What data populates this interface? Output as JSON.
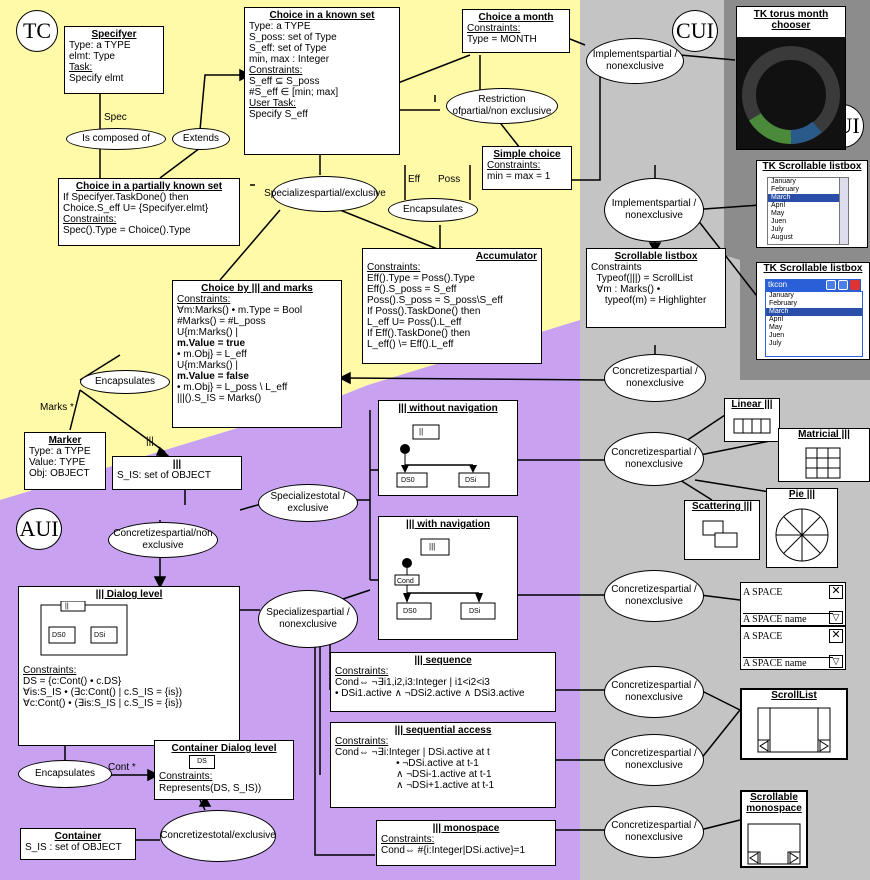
{
  "regions": {
    "tc": "TC",
    "cui": "CUI",
    "fui": "FUI",
    "aui": "AUI"
  },
  "colors": {
    "tc_region": "#fffaa8",
    "aui_region": "#c8a2f0",
    "cui_region": "#c4c4c4",
    "fui_region": "#8c8c8c"
  },
  "specifyer": {
    "title": "Specifyer",
    "lines": [
      "Type: a TYPE",
      "elmt: Type"
    ],
    "task_label": "Task:",
    "task": "Specify elmt"
  },
  "choice_known": {
    "title": "Choice in a known set",
    "lines": [
      "Type: a TYPE",
      "S_poss: set of Type",
      "S_eff: set of Type",
      "min, max : Integer"
    ],
    "constraints_label": "Constraints:",
    "constraints": [
      "S_eff ⊆ S_poss",
      "#S_eff ∈ [min; max]"
    ],
    "task_label": "User Task:",
    "task": "Specify S_eff"
  },
  "choice_month": {
    "title": "Choice a month",
    "constraints_label": "Constraints:",
    "constraints": [
      "Type = MONTH"
    ]
  },
  "simple_choice": {
    "title": "Simple choice",
    "constraints_label": "Constraints:",
    "constraints": [
      "min = max = 1"
    ]
  },
  "choice_partial": {
    "title": "Choice in a partially known set",
    "lines": [
      "If Specifyer.TaskDone() then",
      "   Choice.S_eff U= {Specifyer.elmt}"
    ],
    "constraints_label": "Constraints:",
    "constraints": [
      "Spec().Type = Choice().Type"
    ]
  },
  "accumulator": {
    "title": "Accumulator",
    "constraints_label": "Constraints:",
    "constraints": [
      "Eff().Type = Poss().Type",
      "Eff().S_poss = S_eff",
      "Poss().S_poss = S_poss\\S_eff",
      "If Poss().TaskDone() then",
      "   L_eff U= Poss().L_eff",
      "If Eff().TaskDone() then",
      "   L_eff() \\= Eff().L_eff"
    ]
  },
  "choice_marks": {
    "title": "Choice by ||| and marks",
    "constraints_label": "Constraints:",
    "constraints": [
      "∀m:Marks() • m.Type = Bool",
      "#Marks() = #L_poss",
      "U{m:Marks() |",
      "     m.Value = true",
      "   • m.Obj} = L_eff",
      "U{m:Marks() |",
      "     m.Value = false",
      "   • m.Obj} = L_poss \\ L_eff",
      "|||().S_IS = Marks()"
    ]
  },
  "marker": {
    "title": "Marker",
    "lines": [
      "Type: a TYPE",
      "Value: TYPE",
      "Obj: OBJECT"
    ]
  },
  "iii_box": {
    "title": "|||",
    "lines": [
      "S_IS: set of OBJECT"
    ]
  },
  "without_nav": {
    "title": "||| without navigation",
    "inner": "||",
    "ds0": "DS0",
    "dsi": "DSi"
  },
  "with_nav": {
    "title": "||| with navigation",
    "inner": "|||",
    "cond": "Cond",
    "ds0": "DS0",
    "dsi": "DSi"
  },
  "dialog_level": {
    "title": "||| Dialog level",
    "inner": "||",
    "ds0": "DS0",
    "dsi": "DSi",
    "constraints_label": "Constraints:",
    "constraints": [
      "DS = {c:Cont() • c.DS}",
      "∀is:S_IS • (∃c:Cont() | c.S_IS = {is})",
      "∀c:Cont() • (∃is:S_IS | c.S_IS = {is})"
    ]
  },
  "container_dialog": {
    "title": "Container Dialog level",
    "ds": "DS",
    "constraints_label": "Constraints:",
    "constraints": [
      "Represents(DS, S_IS))"
    ]
  },
  "container": {
    "title": "Container",
    "lines": [
      "S_IS : set of OBJECT"
    ]
  },
  "sequence": {
    "title": "||| sequence",
    "constraints_label": "Constraints:",
    "constraints": [
      "Cond⇔ ¬∃i1,i2,i3:Integer | i1<i2<i3",
      "   • DSi1.active ∧ ¬DSi2.active ∧ DSi3.active"
    ]
  },
  "sequential": {
    "title": "||| sequential access",
    "constraints_label": "Constraints:",
    "constraints": [
      "Cond⇔ ¬∃i:Integer | DSi.active at t",
      "                      • ¬DSi.active at t-1",
      "                      ∧ ¬DSi-1.active at t-1",
      "                      ∧ ¬DSi+1.active at t-1"
    ]
  },
  "monospace": {
    "title": "||| monospace",
    "constraints_label": "Constraints:",
    "constraints": [
      "Cond⇔ #{i:Integer|DSi.active}=1"
    ]
  },
  "scrollable_listbox": {
    "title": "Scrollable listbox",
    "lines": [
      "Constraints",
      "  Typeof(|||) = ScrollList",
      "  ∀m : Marks() •",
      "     typeof(m) = Highlighter"
    ]
  },
  "ellipses": {
    "is_composed": "Is composed of",
    "extends": "Extends",
    "implements_top": [
      "Implements",
      "partial / non",
      "exclusive"
    ],
    "restriction": [
      "Restriction of",
      "partial/non exclusive"
    ],
    "specializes_pe": [
      "Specializes",
      "partial/exclusive"
    ],
    "encapsulates_mid": "Encapsulates",
    "implements_mid": [
      "Implements",
      "partial / non",
      "exclusive"
    ],
    "encapsulates_left": "Encapsulates",
    "concretizes_cui": [
      "Concretizes",
      "partial / non",
      "exclusive"
    ],
    "specializes_te": [
      "Specializes",
      "total / exclusive"
    ],
    "concretizes_aui": [
      "Concretizes",
      "partial/non exclusive"
    ],
    "specializes_pne": [
      "Specializes",
      "partial / non",
      "exclusive"
    ],
    "concretizes_r1": [
      "Concretizes",
      "partial / non",
      "exclusive"
    ],
    "concretizes_r2": [
      "Concretizes",
      "partial / non",
      "exclusive"
    ],
    "concretizes_r3": [
      "Concretizes",
      "partial / non",
      "exclusive"
    ],
    "concretizes_r4": [
      "Concretizes",
      "partial / non",
      "exclusive"
    ],
    "concretizes_r5": [
      "Concretizes",
      "partial / non",
      "exclusive"
    ],
    "encapsulates_bottom": "Encapsulates",
    "concretizes_bottom": [
      "Concretizes",
      "total/exclusive"
    ]
  },
  "edge_labels": {
    "spec": "Spec",
    "eff": "Eff",
    "poss": "Poss",
    "marks": "Marks *",
    "iii": "|||",
    "cont": "Cont *"
  },
  "concrete": {
    "linear": "Linear |||",
    "matricial": "Matricial |||",
    "scattering": "Scattering |||",
    "pie": "Pie  |||",
    "space_title": "A SPACE",
    "space_name": "A SPACE name",
    "scrolllist": "ScrollList",
    "scrollable_mono": "Scrollable monospace"
  },
  "fui": {
    "torus_title": "TK torus month chooser",
    "listbox1_title": "TK Scrollable listbox",
    "listbox2_title": "TK Scrollable listbox",
    "tkcon": "tkcon",
    "months": [
      "January",
      "February",
      "March",
      "April",
      "May",
      "Juen",
      "July",
      "August"
    ],
    "selected_month": "March"
  }
}
